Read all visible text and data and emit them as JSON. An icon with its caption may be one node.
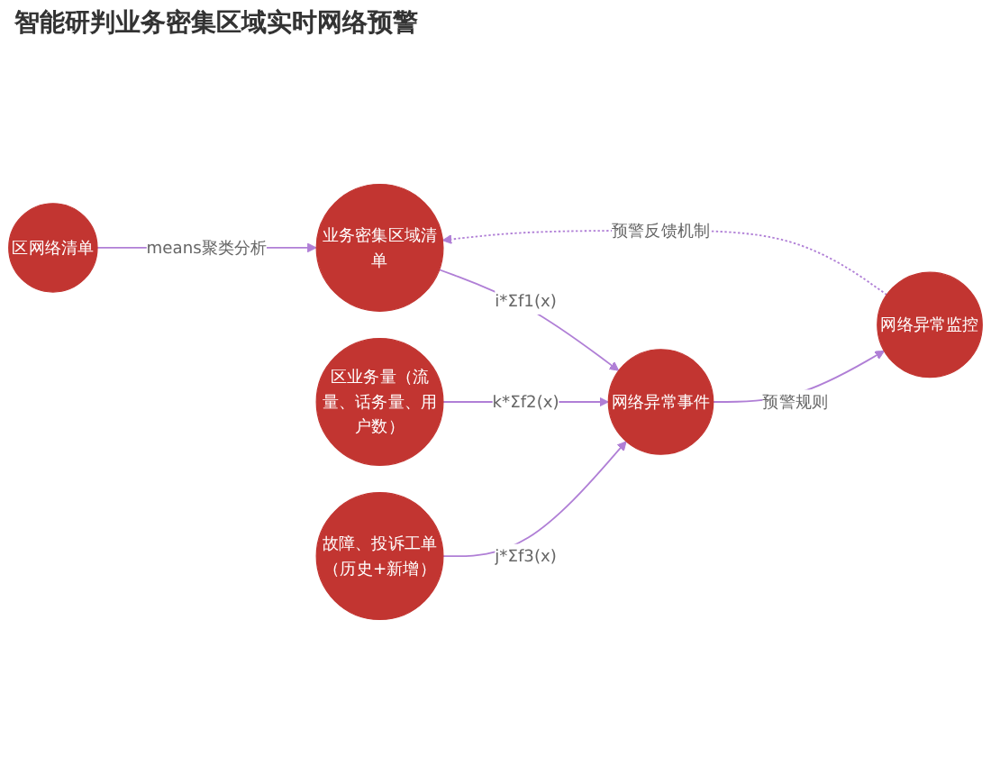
{
  "diagram": {
    "title": "智能研判业务密集区域实时网络预警",
    "nodes": [
      {
        "text": [
          "区业务量（流量、话务量、用户数）"
        ]
      },
      {
        "text": [
          "区网络清单"
        ]
      },
      {
        "text": [
          "业务密集区域清单"
        ]
      },
      {
        "text": [
          "网络异常事件"
        ]
      },
      {
        "text": [
          "网络异常监控"
        ]
      },
      {
        "text": [
          "故障、投诉工单（历史+新增）"
        ]
      }
    ],
    "edges": [
      {
        "from": 1,
        "to": 2,
        "arrow": "to",
        "label": "means聚类分析"
      },
      {
        "from": 2,
        "to": 3,
        "arrow": "to",
        "label": "i*Σf1(x)"
      },
      {
        "from": 0,
        "to": 3,
        "arrow": "to",
        "label": "k*Σf2(x)"
      },
      {
        "from": 5,
        "to": 3,
        "arrow": "to",
        "label": "j*Σf3(x)"
      },
      {
        "from": 3,
        "to": 4,
        "arrow": "to",
        "label": "预警规则"
      },
      {
        "from": 4,
        "to": 2,
        "arrow": "to",
        "label": "预警反馈机制",
        "style": "dashed"
      }
    ]
  }
}
